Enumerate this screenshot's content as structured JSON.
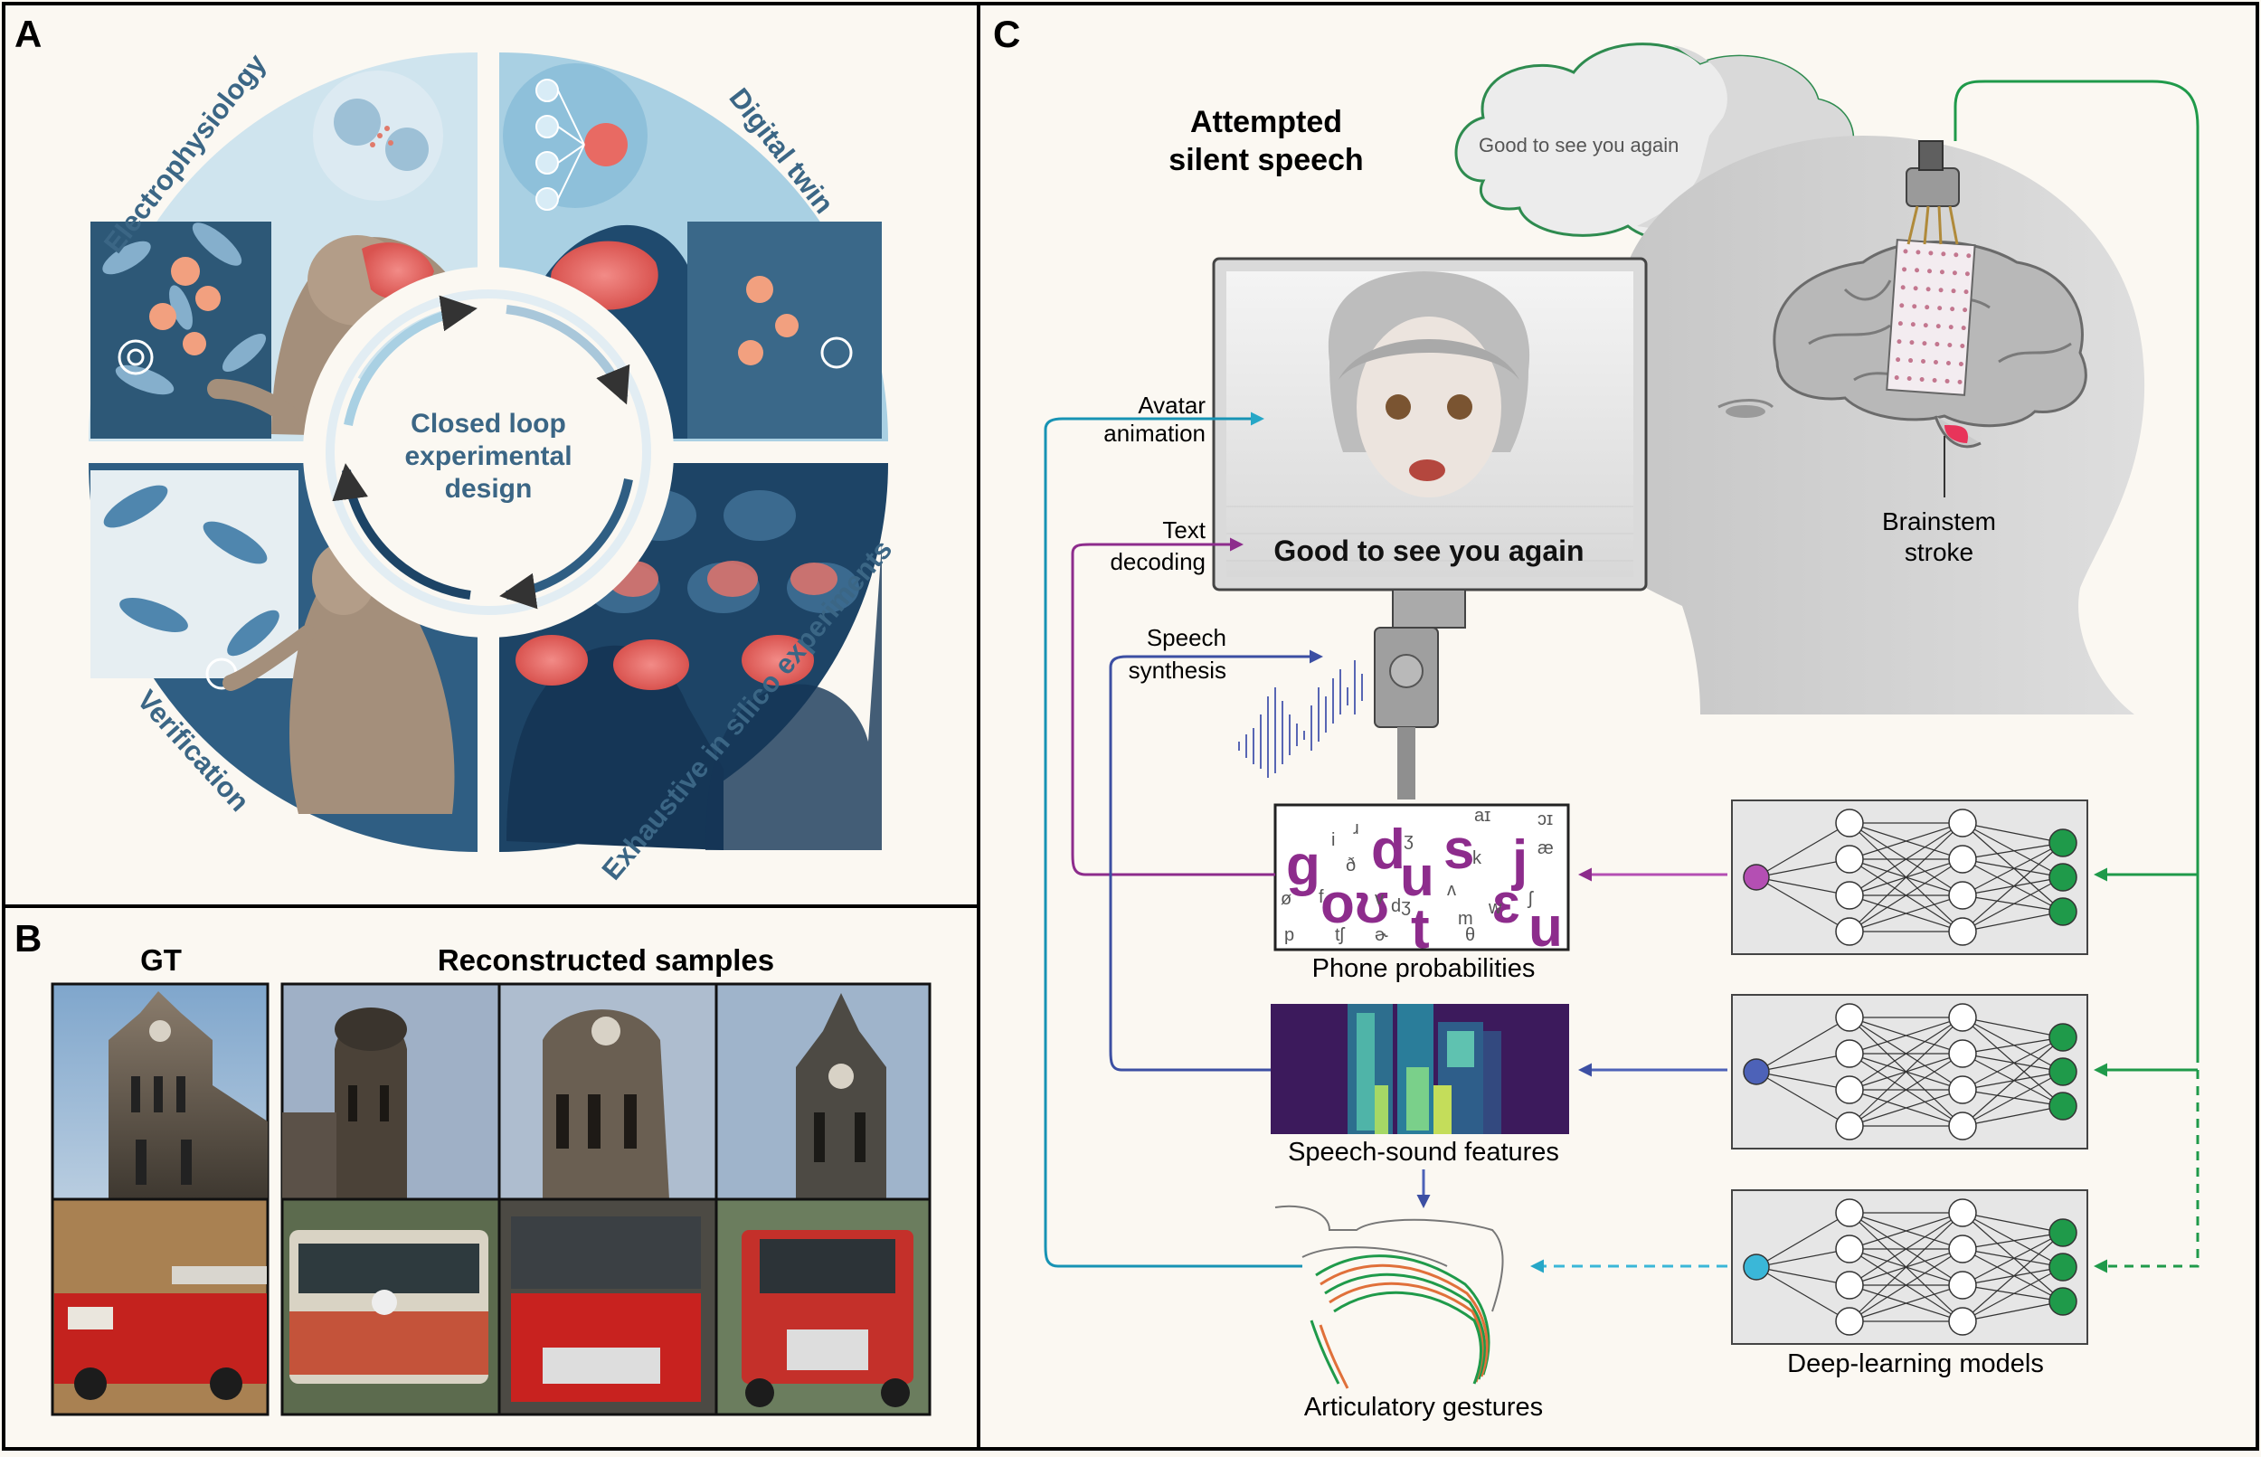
{
  "panels": {
    "a": {
      "letter": "A"
    },
    "b": {
      "letter": "B"
    },
    "c": {
      "letter": "C"
    }
  },
  "loop": {
    "center_line1": "Closed loop",
    "center_line2": "experimental",
    "center_line3": "design",
    "quadrants": [
      {
        "label": "Electrophysiology"
      },
      {
        "label": "Digital twin"
      },
      {
        "label": "Verification"
      },
      {
        "label": "Exhaustive in silico experiments"
      }
    ],
    "colors": {
      "light": "#cfe4ee",
      "mid": "#a9d0e3",
      "dark": "#2f5e83",
      "darker": "#1d4466",
      "label": "#3b6685"
    }
  },
  "recon": {
    "gt_label": "GT",
    "samples_label": "Reconstructed samples",
    "rows": [
      {
        "subject": "clock-tower"
      },
      {
        "subject": "fire-truck"
      }
    ]
  },
  "speech": {
    "title_line1": "Attempted",
    "title_line2": "silent speech",
    "thought_text": "Good to see you again",
    "screen_text": "Good to see you again",
    "avatar_label_1": "Avatar",
    "avatar_label_2": "animation",
    "text_label_1": "Text",
    "text_label_2": "decoding",
    "synth_label_1": "Speech",
    "synth_label_2": "synthesis",
    "brainstem_1": "Brainstem",
    "brainstem_2": "stroke",
    "phone_caption": "Phone probabilities",
    "sound_caption": "Speech-sound features",
    "artic_caption": "Articulatory gestures",
    "models_caption": "Deep-learning models",
    "phones": [
      {
        "s": "g",
        "big": true
      },
      {
        "s": "i"
      },
      {
        "s": "ɹ"
      },
      {
        "s": "ð"
      },
      {
        "s": "d",
        "big": true
      },
      {
        "s": "ʒ"
      },
      {
        "s": "u",
        "big": true
      },
      {
        "s": "s",
        "big": true
      },
      {
        "s": "aɪ"
      },
      {
        "s": "k"
      },
      {
        "s": "j",
        "big": true
      },
      {
        "s": "ɔɪ"
      },
      {
        "s": "æ"
      },
      {
        "s": "ø"
      },
      {
        "s": "f"
      },
      {
        "s": "oʊ",
        "big": true
      },
      {
        "s": "v"
      },
      {
        "s": "ʌ"
      },
      {
        "s": "t",
        "big": true
      },
      {
        "s": "dʒ"
      },
      {
        "s": "m"
      },
      {
        "s": "ɛ",
        "big": true
      },
      {
        "s": "w"
      },
      {
        "s": "ʃ"
      },
      {
        "s": "u",
        "big": true
      },
      {
        "s": "p"
      },
      {
        "s": "tʃ"
      },
      {
        "s": "ɚ"
      },
      {
        "s": "θ"
      }
    ],
    "colors": {
      "green": "#1f9a4a",
      "purple": "#8d2c8c",
      "blue": "#3c4fa3",
      "cyan": "#26a7c7",
      "teal": "#1793b4",
      "node_purple": "#b44fb3",
      "node_blue": "#4d62b8",
      "node_cyan": "#3ab7d8"
    }
  }
}
